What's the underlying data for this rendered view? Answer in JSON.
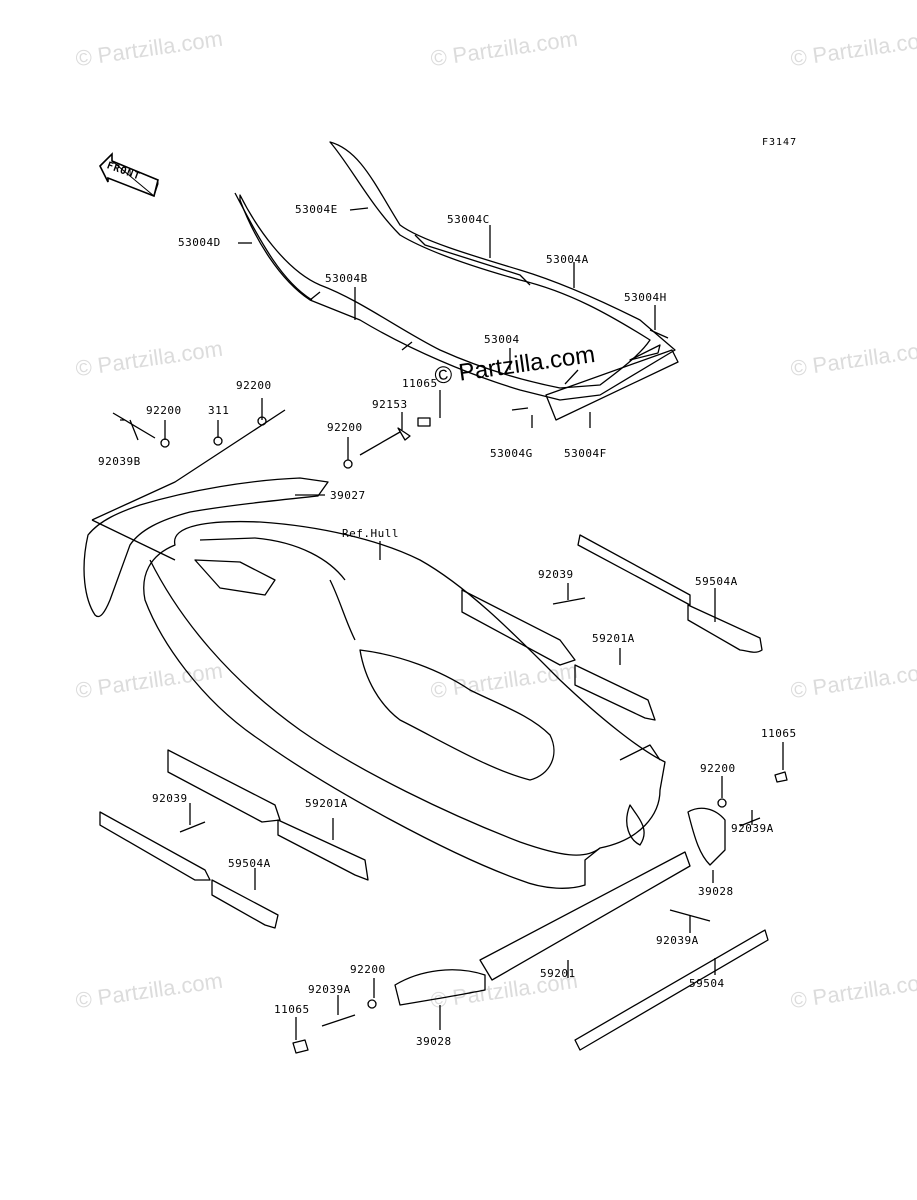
{
  "watermark": "© Partzilla.com",
  "diagram_code": "F3147",
  "front_label": "FRONT",
  "ref_label": "Ref.Hull",
  "labels": {
    "p53004E": "53004E",
    "p53004C": "53004C",
    "p53004D": "53004D",
    "p53004A": "53004A",
    "p53004B": "53004B",
    "p53004H": "53004H",
    "p53004": "53004",
    "p11065_top": "11065",
    "p92200_a": "92200",
    "p92200_b": "92200",
    "p311": "311",
    "p92153": "92153",
    "p92200_c": "92200",
    "p92039B": "92039B",
    "p39027": "39027",
    "p53004G": "53004G",
    "p53004F": "53004F",
    "p92039_r": "92039",
    "p59504A_r": "59504A",
    "p59201A_r": "59201A",
    "p11065_r": "11065",
    "p92200_r": "92200",
    "p92039A_r": "92039A",
    "p39028_r": "39028",
    "p92039_l": "92039",
    "p59201A_l": "59201A",
    "p59504A_l": "59504A",
    "p92039A_m": "92039A",
    "p59201": "59201",
    "p59504": "59504",
    "p92200_bl": "92200",
    "p92039A_bl": "92039A",
    "p11065_bl": "11065",
    "p39028_bl": "39028"
  }
}
